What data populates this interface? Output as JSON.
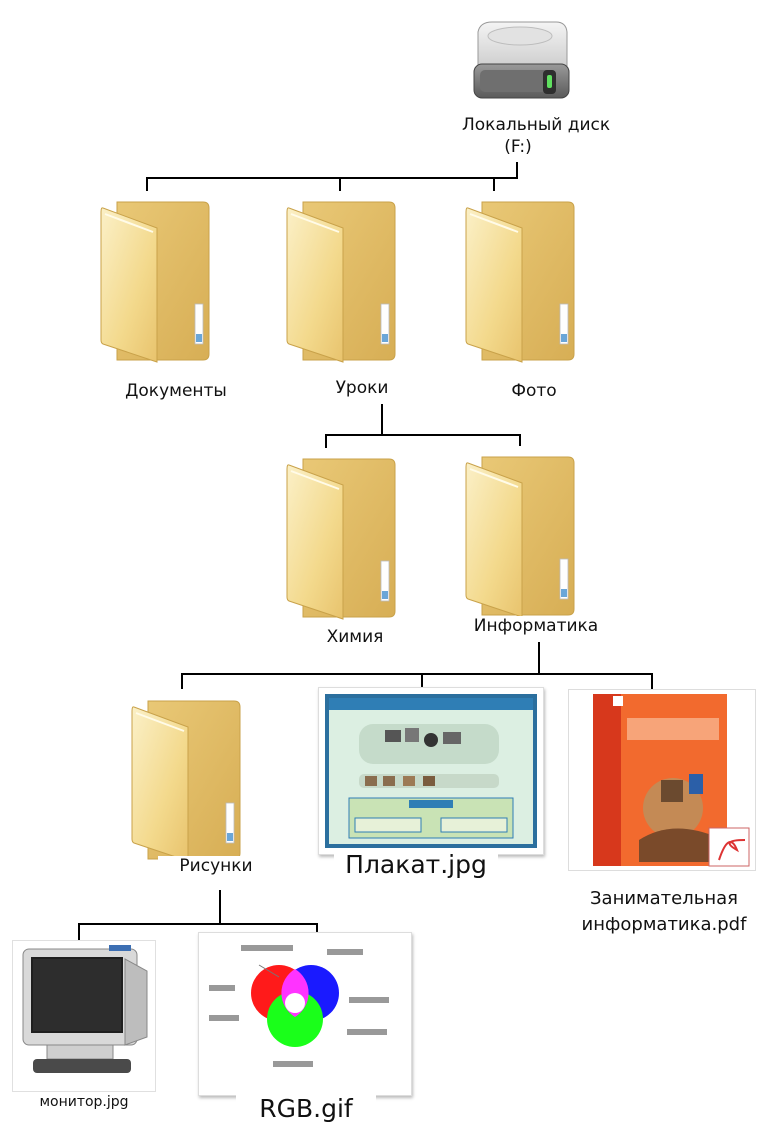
{
  "tree": {
    "root": {
      "label_line1": "Локальный диск",
      "label_line2": "(F:)",
      "icon": "hard-drive-icon"
    },
    "level1": [
      {
        "label": "Документы",
        "icon": "folder-icon"
      },
      {
        "label": "Уроки",
        "icon": "folder-icon"
      },
      {
        "label": "Фото",
        "icon": "folder-icon"
      }
    ],
    "level2": [
      {
        "label": "Химия",
        "icon": "folder-icon"
      },
      {
        "label": "Информатика",
        "icon": "folder-icon"
      }
    ],
    "level3": {
      "risunki": {
        "label": "Рисунки",
        "icon": "folder-icon"
      },
      "plakat": {
        "label": "Плакат.jpg",
        "icon": "image-thumbnail"
      },
      "pdf": {
        "label_line1": "Занимательная",
        "label_line2": "информатика.pdf",
        "icon": "pdf-thumbnail"
      }
    },
    "level4": [
      {
        "label": "монитор.jpg",
        "icon": "monitor-thumbnail"
      },
      {
        "label": "RGB.gif",
        "icon": "rgb-thumbnail"
      }
    ]
  },
  "colors": {
    "folder": "#f3d98c",
    "line": "#000000"
  }
}
